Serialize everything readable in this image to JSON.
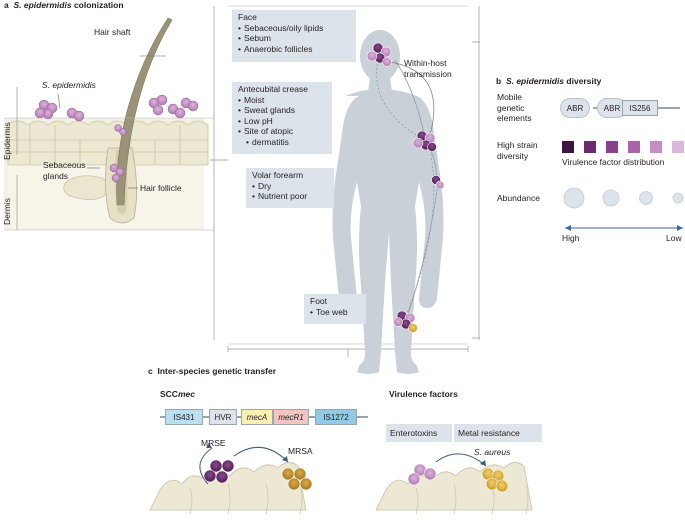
{
  "panel_a": {
    "letter": "a",
    "title_prefix": "",
    "title_species": "S. epidermidis",
    "title_suffix": " colonization",
    "hair_shaft": "Hair shaft",
    "species_label": "S. epidermidis",
    "epidermis": "Epidermis",
    "dermis": "Dermis",
    "sebaceous_glands_1": "Sebaceous",
    "sebaceous_glands_2": "glands",
    "hair_follicle": "Hair follicle",
    "within_host_1": "Within-host",
    "within_host_2": "transmission",
    "callouts": {
      "face": {
        "title": "Face",
        "items": [
          "Sebaceous/oily lipids",
          "Sebum",
          "Anaerobic follicles"
        ]
      },
      "antecubital": {
        "title": "Antecubital crease",
        "items": [
          "Moist",
          "Sweat glands",
          "Low pH",
          "Site of atopic",
          "dermatitis"
        ]
      },
      "volar": {
        "title": "Volar forearm",
        "items": [
          "Dry",
          "Nutrient poor"
        ]
      },
      "foot": {
        "title": "Foot",
        "items": [
          "Toe web"
        ]
      }
    }
  },
  "panel_b": {
    "letter": "b",
    "title_species": "S. epidermidis",
    "title_suffix": " diversity",
    "mobile_1": "Mobile",
    "mobile_2": "genetic",
    "mobile_3": "elements",
    "abr_1": "ABR",
    "abr_2": "ABR",
    "is256": "IS256",
    "strain_1": "High strain",
    "strain_2": "diversity",
    "virulence_distribution": "Virulence factor distribution",
    "abundance": "Abundance",
    "high": "High",
    "low": "Low",
    "strain_colors": [
      "#3d1440",
      "#6a2a6e",
      "#8c3f8c",
      "#a865a8",
      "#c48ec4",
      "#dcb6dc"
    ]
  },
  "panel_c": {
    "letter": "c",
    "title": "Inter-species genetic transfer",
    "scc_prefix": "SCC",
    "scc_suffix": "mec",
    "genes": [
      "IS431",
      "HVR",
      "mecA",
      "mecR1",
      "IS1272"
    ],
    "mrse": "MRSE",
    "mrsa": "MRSA",
    "virulence_title": "Virulence factors",
    "enterotoxins": "Enterotoxins",
    "metal_resistance": "Metal resistance",
    "s_aureus": "S. aureus"
  },
  "colors": {
    "body": "#c9d0d8",
    "callout": "#dde3ea",
    "purple_dark": "#4a1a4e",
    "purple": "#7b3a7e",
    "purple_light": "#c48ec4",
    "gold": "#e6b53a",
    "skin": "#ece8d4"
  }
}
